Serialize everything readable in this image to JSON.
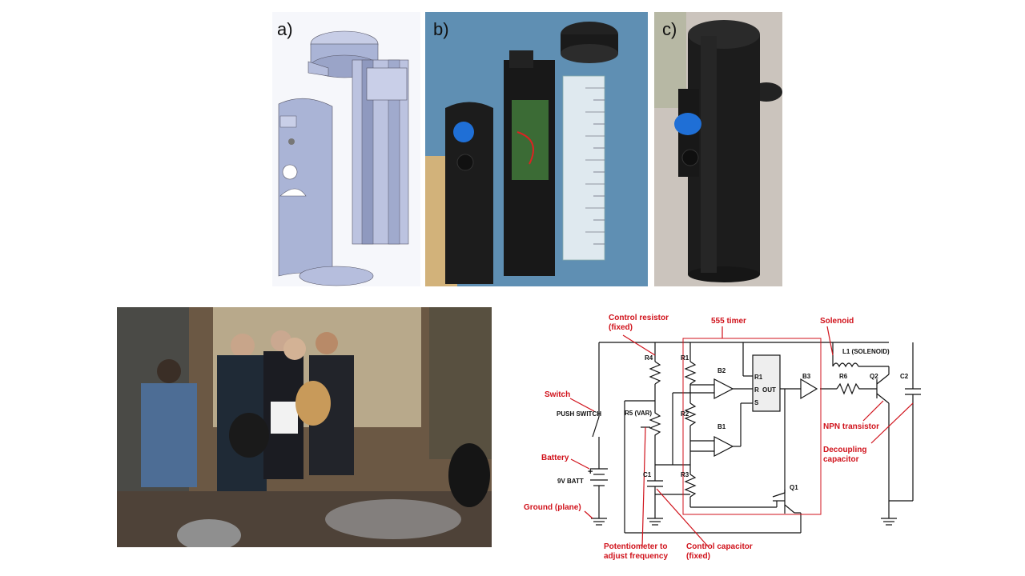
{
  "panels": {
    "a": "a)",
    "b": "b)",
    "c": "c)"
  },
  "colors": {
    "annotation": "#d0121b",
    "cad_part": "#aab4d6",
    "printed_part": "#1b1b1b",
    "knob": "#1f6fd6"
  },
  "schematic": {
    "annotations": {
      "control_resistor_1": "Control resistor",
      "control_resistor_2": "(fixed)",
      "timer": "555 timer",
      "solenoid": "Solenoid",
      "switch": "Switch",
      "battery": "Battery",
      "ground": "Ground (plane)",
      "pot_1": "Potentiometer to",
      "pot_2": "adjust frequency",
      "cap_1": "Control capacitor",
      "cap_2": "(fixed)",
      "npn": "NPN transistor",
      "decoup_1": "Decoupling",
      "decoup_2": "capacitor"
    },
    "components": {
      "r4": "R4",
      "r5": "R5 (VAR)",
      "r1": "R1",
      "r2": "R2",
      "r3": "R3",
      "b1": "B1",
      "b2": "B2",
      "b3": "B3",
      "pin_r1": "R1",
      "pin_r": "R",
      "pin_s": "S",
      "out": "OUT",
      "l1": "L1 (SOLENOID)",
      "r6": "R6",
      "q1": "Q1",
      "q2": "Q2",
      "c1": "C1",
      "c2": "C2",
      "push": "PUSH SWITCH",
      "batt": "9V BATT",
      "plus": "+"
    }
  }
}
